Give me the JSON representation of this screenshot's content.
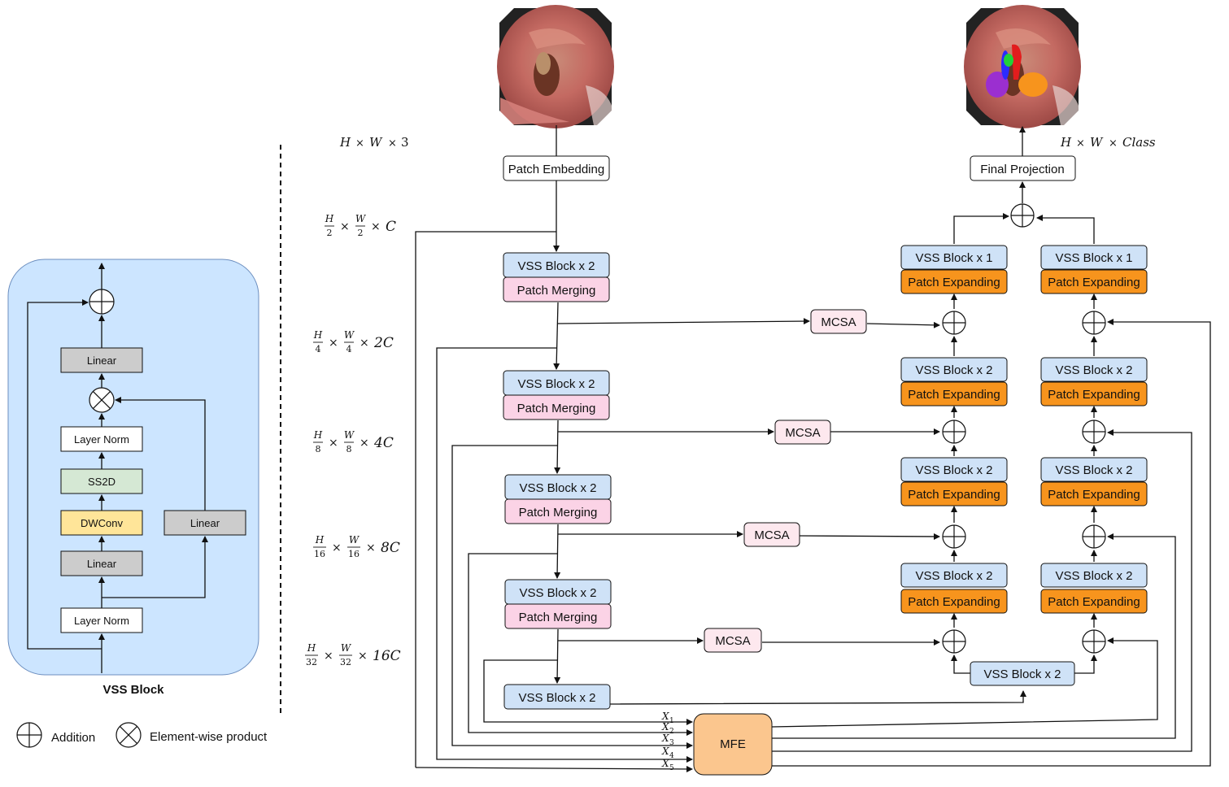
{
  "vss_block_panel": {
    "title": "VSS Block",
    "labels": {
      "linear_top": "Linear",
      "layer_norm_upper": "Layer Norm",
      "ss2d": "SS2D",
      "dwconv": "DWConv",
      "linear_mid": "Linear",
      "linear_side": "Linear",
      "layer_norm_lower": "Layer Norm"
    }
  },
  "legend": {
    "addition": "Addition",
    "product": "Element-wise product"
  },
  "images": {
    "input": "input endoscopic image",
    "output": "segmented endoscopic image"
  },
  "dims": {
    "input": {
      "h": "H",
      "times": "×",
      "w": "W",
      "c": "3"
    },
    "output": {
      "h": "H",
      "w": "W",
      "c": "Class"
    },
    "stage1": {
      "num_h": "H",
      "den_h": "2",
      "num_w": "W",
      "den_w": "2",
      "c": "C"
    },
    "stage2": {
      "num_h": "H",
      "den_h": "4",
      "num_w": "W",
      "den_w": "4",
      "c": "2C"
    },
    "stage3": {
      "num_h": "H",
      "den_h": "8",
      "num_w": "W",
      "den_w": "8",
      "c": "4C"
    },
    "stage4": {
      "num_h": "H",
      "den_h": "16",
      "num_w": "W",
      "den_w": "16",
      "c": "8C"
    },
    "stage5": {
      "num_h": "H",
      "den_h": "32",
      "num_w": "W",
      "den_w": "32",
      "c": "16C"
    }
  },
  "main": {
    "patch_embedding": "Patch Embedding",
    "final_projection": "Final Projection",
    "vss_x2": "VSS Block x 2",
    "vss_x1": "VSS Block x 1",
    "patch_merging": "Patch Merging",
    "patch_expanding": "Patch Expanding",
    "mcsa": "MCSA",
    "mfe": "MFE",
    "x_inputs": [
      "X",
      "X",
      "X",
      "X",
      "X"
    ],
    "x_subs": [
      "1",
      "2",
      "3",
      "4",
      "5"
    ]
  },
  "colors": {
    "blue_block": "#cfe2f7",
    "blue_panel": "#cce5ff",
    "pink_block": "#fbd3e6",
    "orange_block": "#f7941d",
    "mcsa_fill": "#fde8ee",
    "mfe_fill": "#fbc68e",
    "gray_linear": "#cccccc",
    "ss2d_green": "#d5e8d4",
    "dwconv_yellow": "#ffe599"
  }
}
